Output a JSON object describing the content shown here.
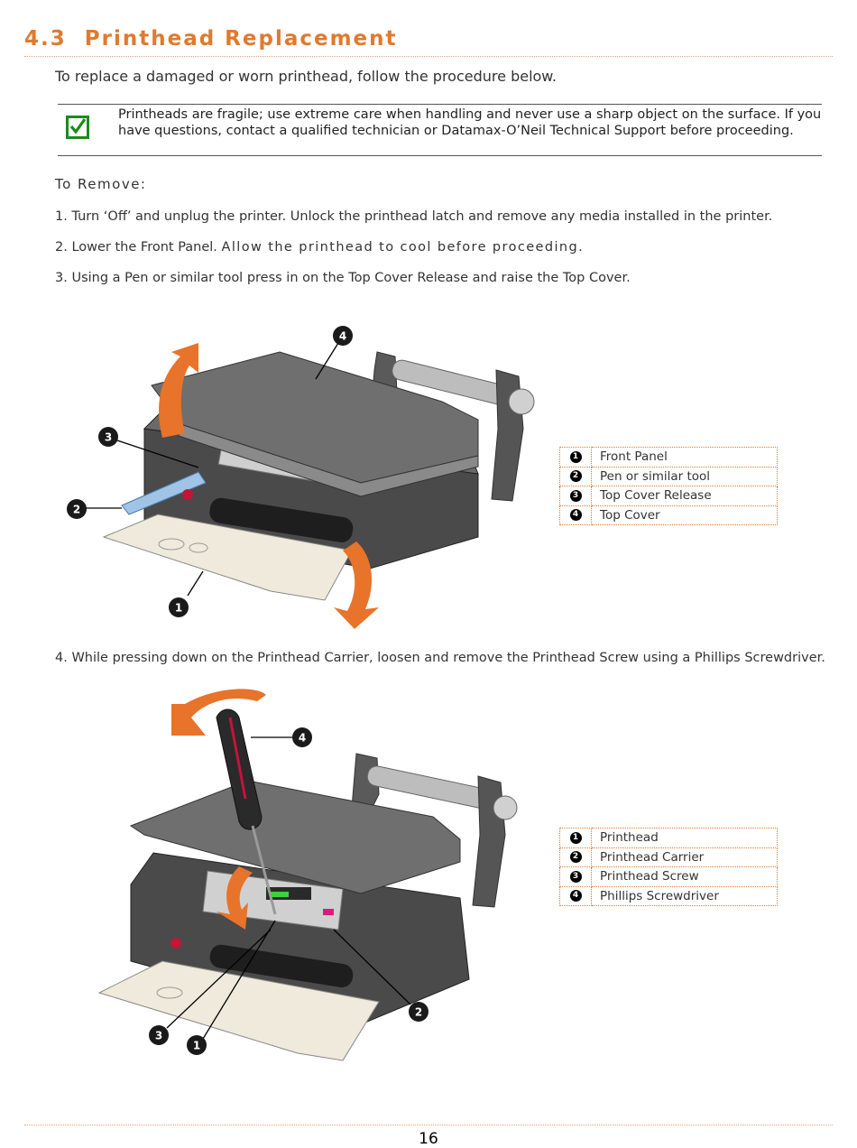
{
  "section": {
    "number": "4.3",
    "title": "Printhead Replacement"
  },
  "intro": "To replace a damaged or worn printhead, follow the procedure below.",
  "note": {
    "icon": "checkmark-icon",
    "text": "Printheads are fragile; use extreme care when handling and never use a sharp object on the surface. If you have questions, contact a qualified technician or Datamax-O’Neil Technical Support before proceeding."
  },
  "subheading": "To Remove:",
  "steps": [
    {
      "num": "1.",
      "text": "Turn ‘Off’ and unplug the printer. Unlock the printhead latch and remove any media installed in the printer."
    },
    {
      "num": "2.",
      "text": "Lower the Front Panel.",
      "text_spaced": "Allow the printhead to cool before proceeding."
    },
    {
      "num": "3.",
      "text": "Using a Pen or similar tool press in on the Top Cover Release and raise the Top Cover."
    },
    {
      "num": "4.",
      "text": "While pressing down on the Printhead Carrier, loosen and remove the Printhead Screw using a Phillips Screwdriver."
    }
  ],
  "figure1": {
    "callouts": [
      "1",
      "2",
      "3",
      "4"
    ],
    "legend": [
      {
        "num": "1",
        "label": "Front Panel"
      },
      {
        "num": "2",
        "label": "Pen or similar tool"
      },
      {
        "num": "3",
        "label": "Top Cover Release"
      },
      {
        "num": "4",
        "label": "Top Cover"
      }
    ]
  },
  "figure2": {
    "callouts": [
      "1",
      "2",
      "3",
      "4"
    ],
    "legend": [
      {
        "num": "1",
        "label": "Printhead"
      },
      {
        "num": "2",
        "label": "Printhead Carrier"
      },
      {
        "num": "3",
        "label": "Printhead Screw"
      },
      {
        "num": "4",
        "label": "Phillips Screwdriver"
      }
    ]
  },
  "page_number": "16",
  "colors": {
    "heading": "#e07a2e",
    "check": "#1d8a1d",
    "arrow": "#e8732a"
  }
}
